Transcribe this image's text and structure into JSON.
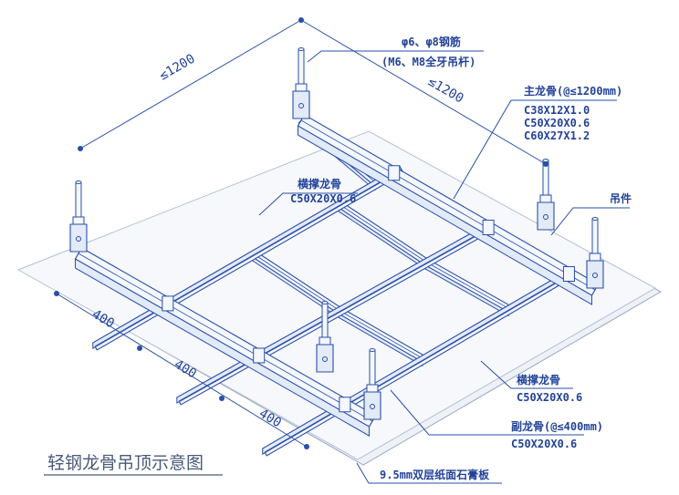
{
  "title": "轻钢龙骨吊顶示意图",
  "dimensions": {
    "span_left": "≤1200",
    "span_right": "≤1200",
    "spacing_1": "400",
    "spacing_2": "400",
    "spacing_3": "400"
  },
  "labels": {
    "rod_line1": "φ6、φ8钢筋",
    "rod_line2": "(M6、M8全牙吊杆)",
    "main_title": "主龙骨(@≤1200mm)",
    "main_spec1": "C38X12X1.0",
    "main_spec2": "C50X20X0.6",
    "main_spec3": "C60X27X1.2",
    "hanger": "吊件",
    "cross_top_name": "横撑龙骨",
    "cross_top_spec": "C50X20X0.6",
    "cross_right_name": "横撑龙骨",
    "cross_right_spec": "C50X20X0.6",
    "sub_name": "副龙骨(@≤400mm)",
    "sub_spec": "C50X20X0.6",
    "board": "9.5mm双层纸面石膏板"
  },
  "colors": {
    "line": "#2a4fa8",
    "fill": "#f4f7fd",
    "board": "#eef1f6",
    "text": "#23439a"
  }
}
